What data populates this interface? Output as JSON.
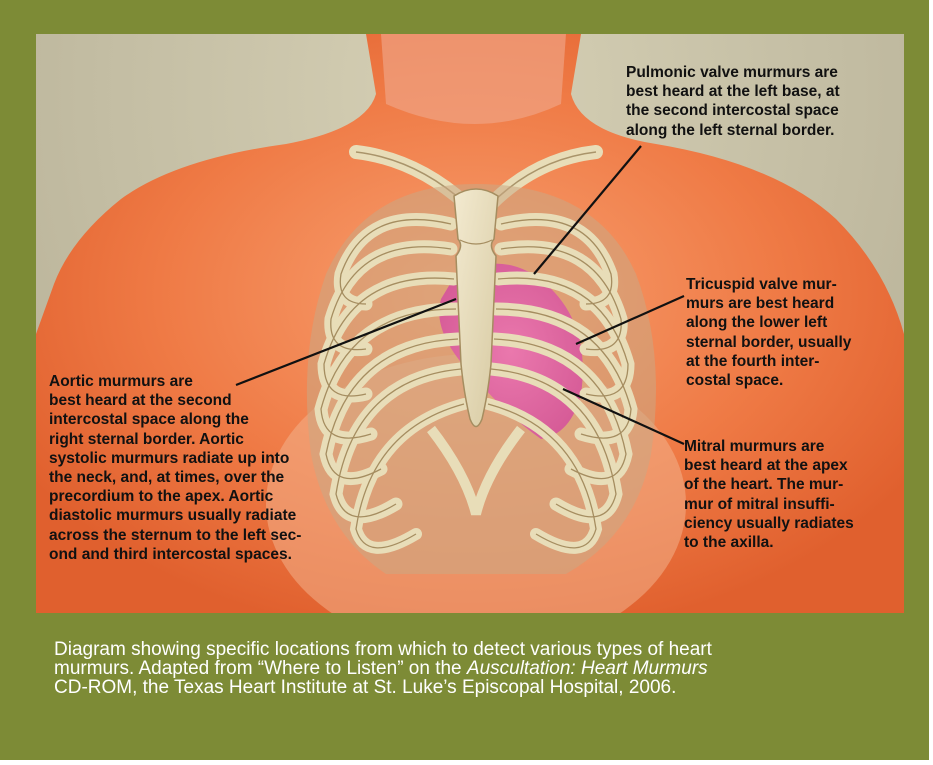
{
  "labels": {
    "pulmonic": [
      "Pulmonic valve murmurs are",
      "best heard at the left base, at",
      "the second intercostal space",
      "along the left sternal border."
    ],
    "tricuspid": [
      "Tricuspid valve mur-",
      "murs are best heard",
      "along the lower left",
      "sternal border, usually",
      "at the fourth inter-",
      "costal space."
    ],
    "aortic": [
      "Aortic murmurs are",
      "best heard at the second",
      "intercostal space along the",
      "right sternal border. Aortic",
      "systolic murmurs radiate up into",
      "the neck, and, at times, over the",
      "precordium to the apex. Aortic",
      "diastolic murmurs usually radiate",
      "across the sternum to the left sec-",
      "ond and third intercostal spaces."
    ],
    "mitral": [
      "Mitral murmurs are",
      "best heard at the apex",
      "of the heart. The mur-",
      "mur of mitral insuffi-",
      "ciency usually radiates",
      "to the axilla."
    ]
  },
  "caption": {
    "line1": "Diagram showing specific locations from which to detect various types of heart",
    "line2_before": "murmurs. Adapted from “Where to Listen” on the ",
    "line2_italic": "Auscultation: Heart Murmurs",
    "line3": "CD-ROM, the Texas Heart Institute at St. Luke’s Episcopal Hospital, 2006."
  },
  "colors": {
    "frame": "#7d8b36",
    "skin": "#ef7a45",
    "heart": "#e06aa0",
    "bone": "#e8ddb8",
    "caption_text": "#ffffff"
  }
}
